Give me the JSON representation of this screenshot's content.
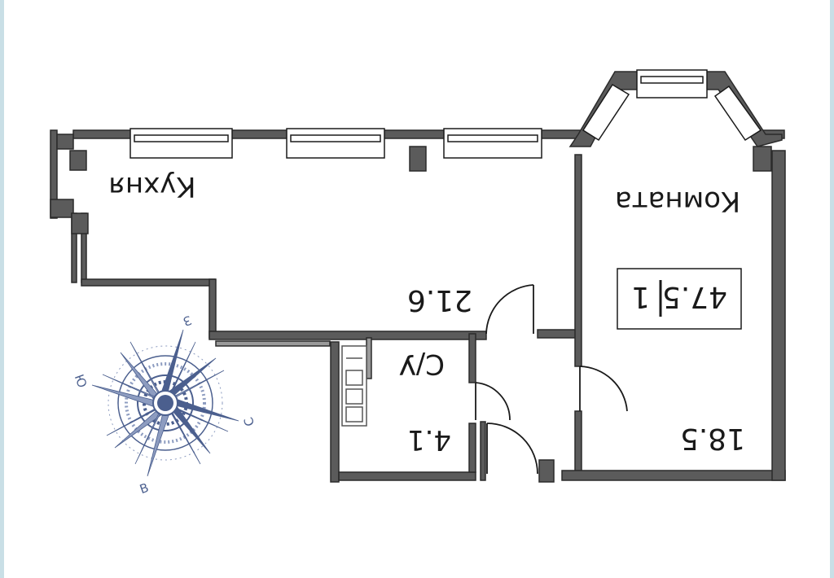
{
  "rooms": {
    "kitchen": {
      "name": "Кухня",
      "area": "21.6"
    },
    "room": {
      "name": "Комната",
      "area": "18.5"
    },
    "bathroom": {
      "name": "С/У",
      "area": "4.1"
    }
  },
  "summary": {
    "rooms_count": "1",
    "total_area": "47.5"
  },
  "compass": {
    "north": "С",
    "south": "Ю",
    "east": "В",
    "west": "З"
  },
  "colors": {
    "wall": "#5b5b5b",
    "wall_dark": "#2b2b2b",
    "compass": "#4b5f8e",
    "compass_light": "#8d9cc0",
    "frame": "#c9dfe6"
  }
}
